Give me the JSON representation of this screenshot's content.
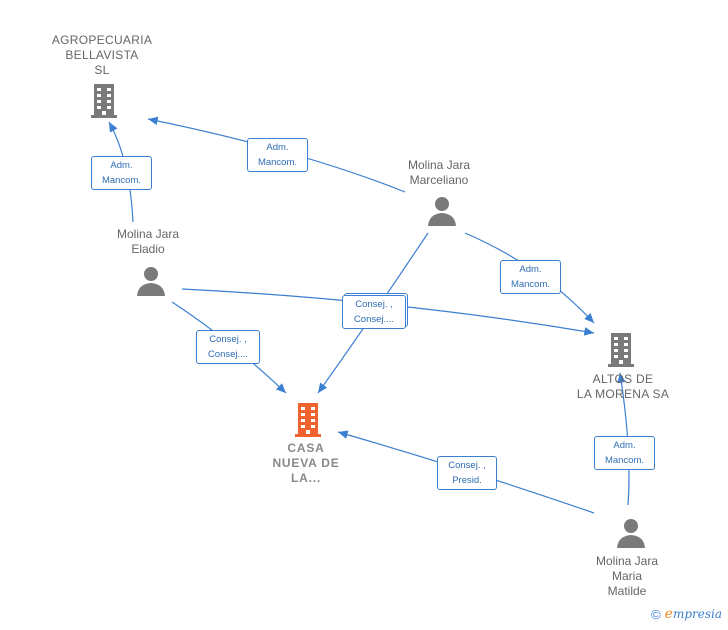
{
  "nodes": {
    "agropecuaria": {
      "label": "AGROPECUARIA\nBELLAVISTA\nSL",
      "kind": "company"
    },
    "altos": {
      "label": "ALTOS DE\nLA MORENA SA",
      "kind": "company"
    },
    "casa": {
      "label": "CASA\nNUEVA DE\nLA...",
      "kind": "company-focus"
    },
    "marceliano": {
      "label": "Molina Jara\nMarceliano",
      "kind": "person"
    },
    "eladio": {
      "label": "Molina Jara\nEladio",
      "kind": "person"
    },
    "matilde": {
      "label": "Molina Jara\nMaria\nMatilde",
      "kind": "person"
    }
  },
  "edge_labels": {
    "eladio_agro": [
      "Adm.",
      "Mancom."
    ],
    "marceliano_agro": [
      "Adm.",
      "Mancom."
    ],
    "marceliano_altos": [
      "Adm.",
      "Mancom."
    ],
    "consej_center": [
      "Consej. ,",
      "Consej...."
    ],
    "eladio_casa": [
      "Consej. ,",
      "Consej...."
    ],
    "matilde_altos": [
      "Adm.",
      "Mancom."
    ],
    "matilde_casa": [
      "Consej. ,",
      "Presid."
    ]
  },
  "colors": {
    "edge": "#3b7fd1",
    "icon_gray": "#7a7a7a",
    "icon_focus": "#f0622e"
  },
  "brand": {
    "copyright": "©",
    "e": "e",
    "rest": "mpresia"
  }
}
